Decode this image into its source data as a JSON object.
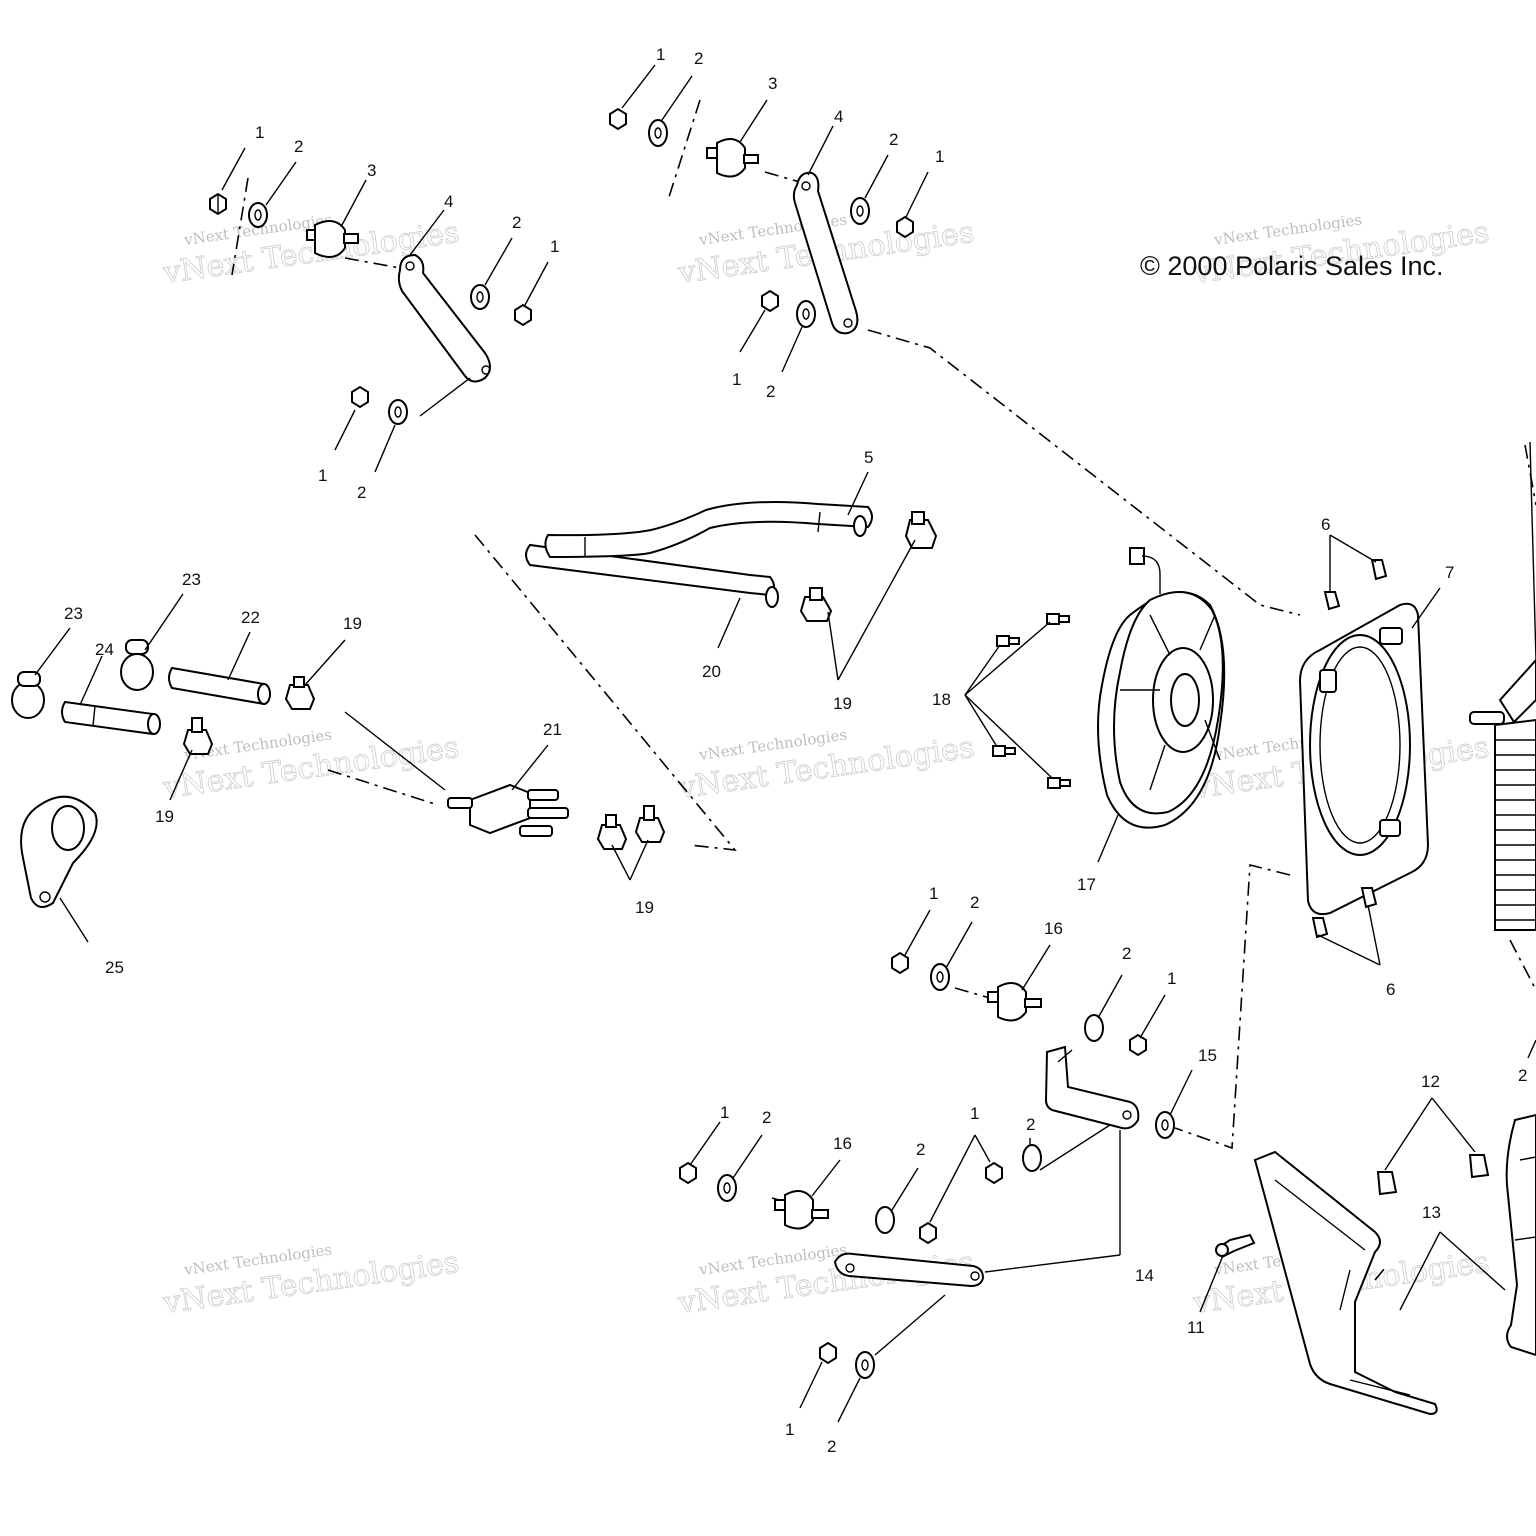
{
  "copyright": "© 2000 Polaris Sales Inc.",
  "watermark": {
    "line1": "vNext Technologies",
    "line2": "vNext Technologies"
  },
  "callouts": [
    {
      "id": "c1a",
      "text": "1"
    },
    {
      "id": "c2a",
      "text": "2"
    },
    {
      "id": "c3a",
      "text": "3"
    },
    {
      "id": "c4a",
      "text": "4"
    },
    {
      "id": "c2b",
      "text": "2"
    },
    {
      "id": "c1b",
      "text": "1"
    },
    {
      "id": "c1c",
      "text": "1"
    },
    {
      "id": "c2c",
      "text": "2"
    },
    {
      "id": "c1d",
      "text": "1"
    },
    {
      "id": "c2d",
      "text": "2"
    },
    {
      "id": "c3b",
      "text": "3"
    },
    {
      "id": "c4b",
      "text": "4"
    },
    {
      "id": "c2e",
      "text": "2"
    },
    {
      "id": "c1e",
      "text": "1"
    },
    {
      "id": "c1f",
      "text": "1"
    },
    {
      "id": "c2f",
      "text": "2"
    },
    {
      "id": "c5",
      "text": "5"
    },
    {
      "id": "c20",
      "text": "20"
    },
    {
      "id": "c19a",
      "text": "19"
    },
    {
      "id": "c23a",
      "text": "23"
    },
    {
      "id": "c23b",
      "text": "23"
    },
    {
      "id": "c22",
      "text": "22"
    },
    {
      "id": "c24",
      "text": "24"
    },
    {
      "id": "c19b",
      "text": "19"
    },
    {
      "id": "c19c",
      "text": "19"
    },
    {
      "id": "c21",
      "text": "21"
    },
    {
      "id": "c19d",
      "text": "19"
    },
    {
      "id": "c25",
      "text": "25"
    },
    {
      "id": "c18",
      "text": "18"
    },
    {
      "id": "c17",
      "text": "17"
    },
    {
      "id": "c6a",
      "text": "6"
    },
    {
      "id": "c7",
      "text": "7"
    },
    {
      "id": "c6b",
      "text": "6"
    },
    {
      "id": "c1g",
      "text": "1"
    },
    {
      "id": "c2g",
      "text": "2"
    },
    {
      "id": "c16a",
      "text": "16"
    },
    {
      "id": "c2h",
      "text": "2"
    },
    {
      "id": "c1h",
      "text": "1"
    },
    {
      "id": "c15",
      "text": "15"
    },
    {
      "id": "c1i",
      "text": "1"
    },
    {
      "id": "c2i",
      "text": "2"
    },
    {
      "id": "c16b",
      "text": "16"
    },
    {
      "id": "c2j",
      "text": "2"
    },
    {
      "id": "c1j",
      "text": "1"
    },
    {
      "id": "c2k",
      "text": "2"
    },
    {
      "id": "c14",
      "text": "14"
    },
    {
      "id": "c1k",
      "text": "1"
    },
    {
      "id": "c2l",
      "text": "2"
    },
    {
      "id": "c12",
      "text": "12"
    },
    {
      "id": "c13",
      "text": "13"
    },
    {
      "id": "c11",
      "text": "11"
    },
    {
      "id": "c2m",
      "text": "2"
    }
  ]
}
